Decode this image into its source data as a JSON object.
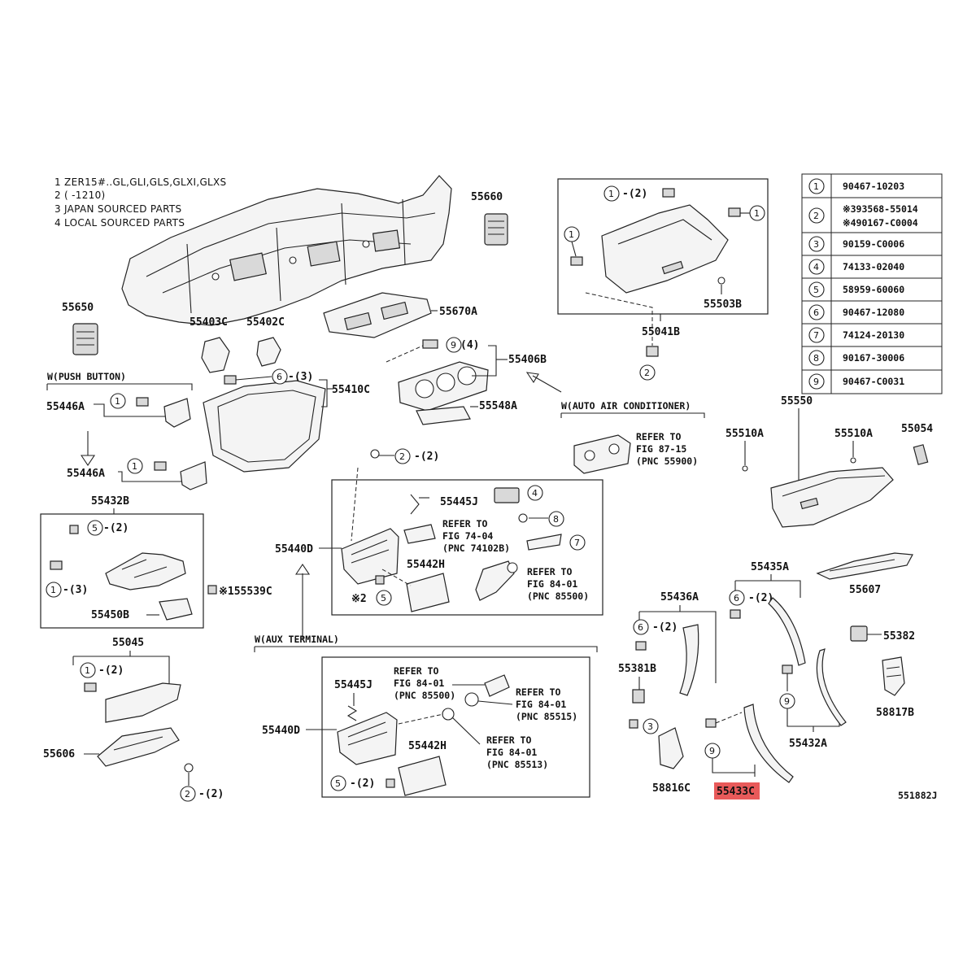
{
  "notes": [
    "1 ZER15#..GL,GLI,GLS,GLXI,GLXS",
    "2 (     -1210)",
    "3 JAPAN SOURCED PARTS",
    "4 LOCAL SOURCED PARTS"
  ],
  "legend": [
    {
      "num": "1",
      "codes": [
        "90467-10203"
      ]
    },
    {
      "num": "2",
      "codes": [
        "※393568-55014",
        "※490167-C0004"
      ]
    },
    {
      "num": "3",
      "codes": [
        "90159-C0006"
      ]
    },
    {
      "num": "4",
      "codes": [
        "74133-02040"
      ]
    },
    {
      "num": "5",
      "codes": [
        "58959-60060"
      ]
    },
    {
      "num": "6",
      "codes": [
        "90467-12080"
      ]
    },
    {
      "num": "7",
      "codes": [
        "74124-20130"
      ]
    },
    {
      "num": "8",
      "codes": [
        "90167-30006"
      ]
    },
    {
      "num": "9",
      "codes": [
        "90467-C0031"
      ]
    }
  ],
  "labels": {
    "p55660": "55660",
    "p55650": "55650",
    "p55403C": "55403C",
    "p55402C": "55402C",
    "p55670A": "55670A",
    "p55406B": "55406B",
    "p55410C": "55410C",
    "p55548A": "55548A",
    "p55041B": "55041B",
    "p55503B": "55503B",
    "p55446A_1": "55446A",
    "p55446A_2": "55446A",
    "p55432B": "55432B",
    "p55450B": "55450B",
    "p55539C": "※155539C",
    "p55045": "55045",
    "p55606": "55606",
    "p55440D_1": "55440D",
    "p55440D_2": "55440D",
    "p55445J_1": "55445J",
    "p55445J_2": "55445J",
    "p55442H_1": "55442H",
    "p55442H_2": "55442H",
    "p55550": "55550",
    "p55510A_1": "55510A",
    "p55510A_2": "55510A",
    "p55054": "55054",
    "p55435A": "55435A",
    "p55436A": "55436A",
    "p55607": "55607",
    "p55382": "55382",
    "p55381B": "55381B",
    "p58817B": "58817B",
    "p55432A": "55432A",
    "p58816C": "58816C",
    "p55433C": "55433C",
    "figid": "551882J",
    "star2": "※2"
  },
  "headers": {
    "push_button": "W(PUSH BUTTON)",
    "auto_ac": "W(AUTO AIR CONDITIONER)",
    "aux_terminal": "W(AUX TERMINAL)"
  },
  "refs": {
    "ac": [
      "REFER TO",
      "FIG 87-15",
      "(PNC 55900)"
    ],
    "r74102": [
      "REFER TO",
      "FIG 74-04",
      "(PNC 74102B)"
    ],
    "r85500a": [
      "REFER TO",
      "FIG 84-01",
      "(PNC 85500)"
    ],
    "r85500b": [
      "REFER TO",
      "FIG 84-01",
      "(PNC 85500)"
    ],
    "r85515": [
      "REFER TO",
      "FIG 84-01",
      "(PNC 85515)"
    ],
    "r85513": [
      "REFER TO",
      "FIG 84-01",
      "(PNC 85513)"
    ]
  },
  "callouts": {
    "c2a": "-(2)",
    "c1a": "-(2)",
    "c6a": "-(3)",
    "c9a": "(4)",
    "c2b": "-(2)",
    "c5a": "-(2)",
    "c1b": "-(3)",
    "c1c": "-(2)",
    "c2c": "-(2)",
    "c5b": "-(2)",
    "c6b": "-(2)",
    "c6c": "-(2)",
    "c1d": "-(2)"
  },
  "colors": {
    "highlight": "#e85a5a",
    "line": "#222222",
    "part_fill": "#f4f4f4"
  }
}
